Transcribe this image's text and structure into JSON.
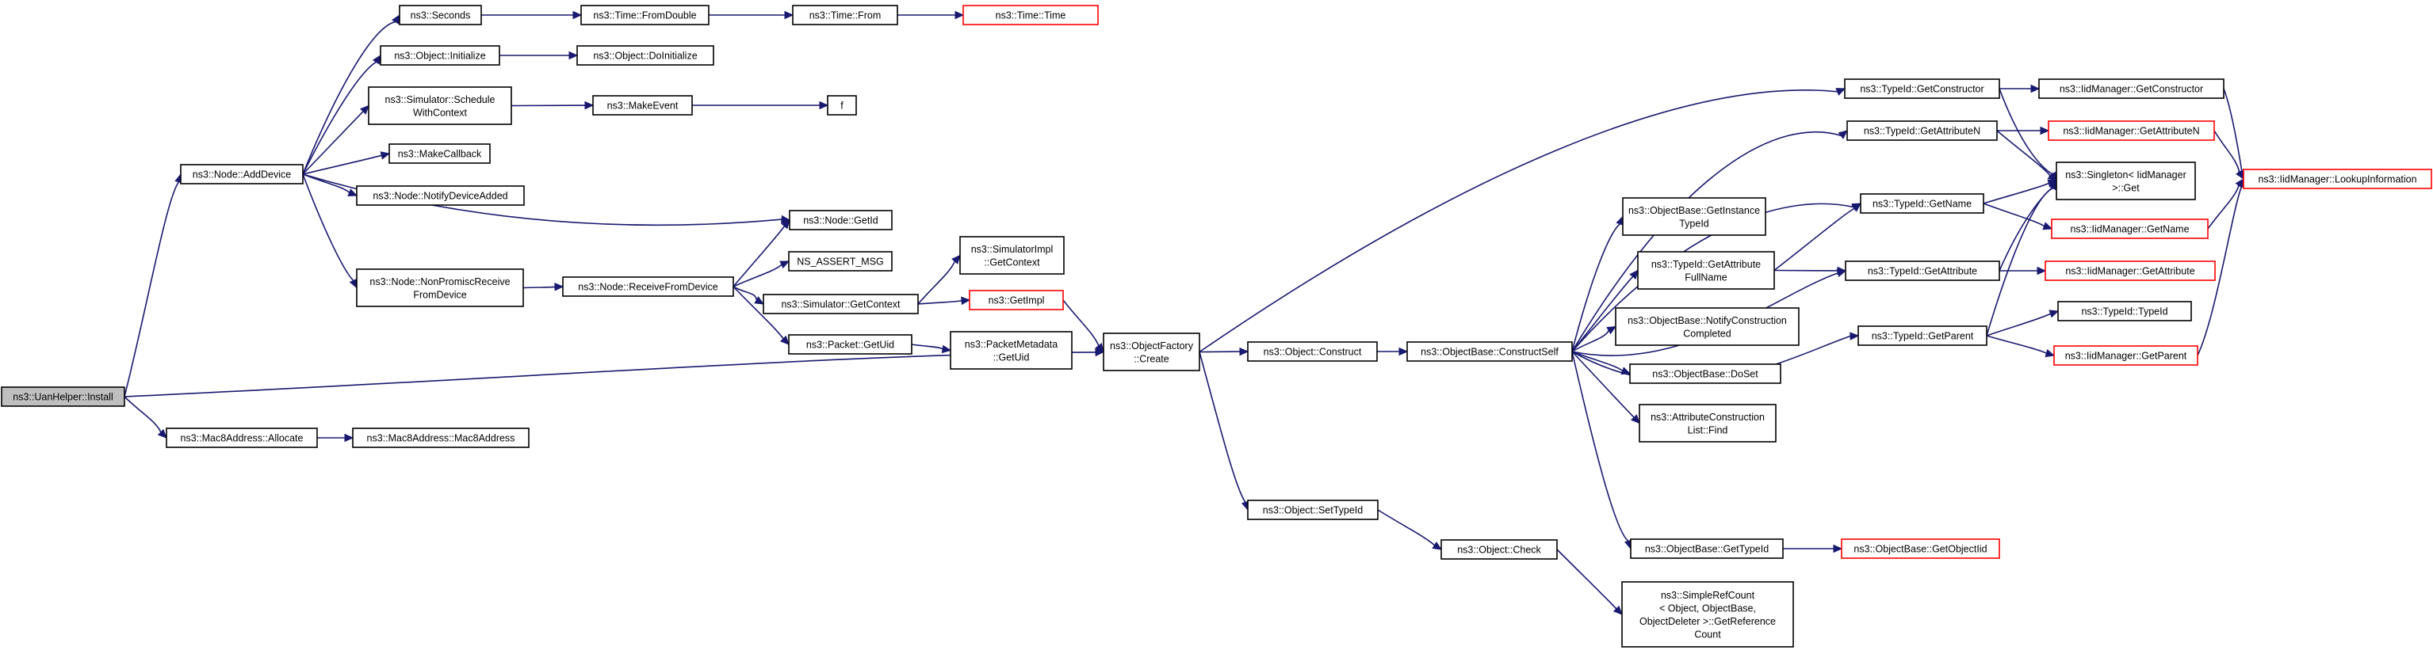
{
  "nodes": [
    {
      "id": "install",
      "lines": [
        "ns3::UanHelper::Install"
      ],
      "style": "root"
    },
    {
      "id": "adddevice",
      "lines": [
        "ns3::Node::AddDevice"
      ],
      "style": "normal"
    },
    {
      "id": "mac8alloc",
      "lines": [
        "ns3::Mac8Address::Allocate"
      ],
      "style": "normal"
    },
    {
      "id": "mac8ctor",
      "lines": [
        "ns3::Mac8Address::Mac8Address"
      ],
      "style": "normal"
    },
    {
      "id": "seconds",
      "lines": [
        "ns3::Seconds"
      ],
      "style": "normal"
    },
    {
      "id": "fromdouble",
      "lines": [
        "ns3::Time::FromDouble"
      ],
      "style": "normal"
    },
    {
      "id": "timefrom",
      "lines": [
        "ns3::Time::From"
      ],
      "style": "normal"
    },
    {
      "id": "timetime",
      "lines": [
        "ns3::Time::Time"
      ],
      "style": "red"
    },
    {
      "id": "objinit",
      "lines": [
        "ns3::Object::Initialize"
      ],
      "style": "normal"
    },
    {
      "id": "objdoinit",
      "lines": [
        "ns3::Object::DoInitialize"
      ],
      "style": "normal"
    },
    {
      "id": "schedctx",
      "lines": [
        "ns3::Simulator::Schedule",
        "WithContext"
      ],
      "style": "normal"
    },
    {
      "id": "makeevent",
      "lines": [
        "ns3::MakeEvent"
      ],
      "style": "normal"
    },
    {
      "id": "f",
      "lines": [
        "f"
      ],
      "style": "normal"
    },
    {
      "id": "makecb",
      "lines": [
        "ns3::MakeCallback"
      ],
      "style": "normal"
    },
    {
      "id": "notifyadded",
      "lines": [
        "ns3::Node::NotifyDeviceAdded"
      ],
      "style": "normal"
    },
    {
      "id": "nodegetid",
      "lines": [
        "ns3::Node::GetId"
      ],
      "style": "normal"
    },
    {
      "id": "nonpromisc",
      "lines": [
        "ns3::Node::NonPromiscReceive",
        "FromDevice"
      ],
      "style": "normal"
    },
    {
      "id": "recvfromdev",
      "lines": [
        "ns3::Node::ReceiveFromDevice"
      ],
      "style": "normal"
    },
    {
      "id": "nsassert",
      "lines": [
        "NS_ASSERT_MSG"
      ],
      "style": "normal"
    },
    {
      "id": "simgetctx",
      "lines": [
        "ns3::Simulator::GetContext"
      ],
      "style": "normal"
    },
    {
      "id": "simimplgetctx",
      "lines": [
        "ns3::SimulatorImpl",
        "::GetContext"
      ],
      "style": "normal"
    },
    {
      "id": "getimpl",
      "lines": [
        "ns3::GetImpl"
      ],
      "style": "red"
    },
    {
      "id": "packetgetuid",
      "lines": [
        "ns3::Packet::GetUid"
      ],
      "style": "normal"
    },
    {
      "id": "pktmetagetuid",
      "lines": [
        "ns3::PacketMetadata",
        "::GetUid"
      ],
      "style": "normal"
    },
    {
      "id": "objfactcreate",
      "lines": [
        "ns3::ObjectFactory",
        "::Create"
      ],
      "style": "normal"
    },
    {
      "id": "objconstruct",
      "lines": [
        "ns3::Object::Construct"
      ],
      "style": "normal"
    },
    {
      "id": "objsettypeid",
      "lines": [
        "ns3::Object::SetTypeId"
      ],
      "style": "normal"
    },
    {
      "id": "objcheck",
      "lines": [
        "ns3::Object::Check"
      ],
      "style": "normal"
    },
    {
      "id": "simplerefcount",
      "lines": [
        "ns3::SimpleRefCount",
        "< Object, ObjectBase,",
        "ObjectDeleter >::GetReference",
        "Count"
      ],
      "style": "normal"
    },
    {
      "id": "constructself",
      "lines": [
        "ns3::ObjectBase::ConstructSelf"
      ],
      "style": "normal"
    },
    {
      "id": "getinsttypeid",
      "lines": [
        "ns3::ObjectBase::GetInstance",
        "TypeId"
      ],
      "style": "normal"
    },
    {
      "id": "tidgetattrfull",
      "lines": [
        "ns3::TypeId::GetAttribute",
        "FullName"
      ],
      "style": "normal"
    },
    {
      "id": "notifyconstr",
      "lines": [
        "ns3::ObjectBase::NotifyConstruction",
        "Completed"
      ],
      "style": "normal"
    },
    {
      "id": "doset",
      "lines": [
        "ns3::ObjectBase::DoSet"
      ],
      "style": "normal"
    },
    {
      "id": "attrconstrfind",
      "lines": [
        "ns3::AttributeConstruction",
        "List::Find"
      ],
      "style": "normal"
    },
    {
      "id": "objbasegettypeid",
      "lines": [
        "ns3::ObjectBase::GetTypeId"
      ],
      "style": "normal"
    },
    {
      "id": "getobjectiid",
      "lines": [
        "ns3::ObjectBase::GetObjectIid"
      ],
      "style": "red"
    },
    {
      "id": "tidgetconstructor",
      "lines": [
        "ns3::TypeId::GetConstructor"
      ],
      "style": "normal"
    },
    {
      "id": "tidgetattrn",
      "lines": [
        "ns3::TypeId::GetAttributeN"
      ],
      "style": "normal"
    },
    {
      "id": "tidgetname",
      "lines": [
        "ns3::TypeId::GetName"
      ],
      "style": "normal"
    },
    {
      "id": "tidgetattr",
      "lines": [
        "ns3::TypeId::GetAttribute"
      ],
      "style": "normal"
    },
    {
      "id": "tidgetparent",
      "lines": [
        "ns3::TypeId::GetParent"
      ],
      "style": "normal"
    },
    {
      "id": "iidgetconstructor",
      "lines": [
        "ns3::IidManager::GetConstructor"
      ],
      "style": "normal"
    },
    {
      "id": "iidgetattrn",
      "lines": [
        "ns3::IidManager::GetAttributeN"
      ],
      "style": "red"
    },
    {
      "id": "singletonget",
      "lines": [
        "ns3::Singleton< IidManager",
        ">::Get"
      ],
      "style": "normal"
    },
    {
      "id": "iidgetname",
      "lines": [
        "ns3::IidManager::GetName"
      ],
      "style": "red"
    },
    {
      "id": "iidgetattr",
      "lines": [
        "ns3::IidManager::GetAttribute"
      ],
      "style": "red"
    },
    {
      "id": "tidtypeid",
      "lines": [
        "ns3::TypeId::TypeId"
      ],
      "style": "normal"
    },
    {
      "id": "iidgetparent",
      "lines": [
        "ns3::IidManager::GetParent"
      ],
      "style": "red"
    },
    {
      "id": "iidlookup",
      "lines": [
        "ns3::IidManager::LookupInformation"
      ],
      "style": "red"
    }
  ],
  "edges": [
    [
      "install",
      "adddevice"
    ],
    [
      "install",
      "objfactcreate"
    ],
    [
      "install",
      "mac8alloc"
    ],
    [
      "mac8alloc",
      "mac8ctor"
    ],
    [
      "adddevice",
      "seconds"
    ],
    [
      "adddevice",
      "objinit"
    ],
    [
      "adddevice",
      "schedctx"
    ],
    [
      "adddevice",
      "makecb"
    ],
    [
      "adddevice",
      "notifyadded"
    ],
    [
      "adddevice",
      "nodegetid"
    ],
    [
      "adddevice",
      "nonpromisc"
    ],
    [
      "seconds",
      "fromdouble"
    ],
    [
      "fromdouble",
      "timefrom"
    ],
    [
      "timefrom",
      "timetime"
    ],
    [
      "objinit",
      "objdoinit"
    ],
    [
      "schedctx",
      "makeevent"
    ],
    [
      "makeevent",
      "f"
    ],
    [
      "nonpromisc",
      "recvfromdev"
    ],
    [
      "recvfromdev",
      "nodegetid"
    ],
    [
      "recvfromdev",
      "nsassert"
    ],
    [
      "recvfromdev",
      "simgetctx"
    ],
    [
      "recvfromdev",
      "packetgetuid"
    ],
    [
      "simgetctx",
      "simimplgetctx"
    ],
    [
      "simgetctx",
      "getimpl"
    ],
    [
      "getimpl",
      "objfactcreate"
    ],
    [
      "packetgetuid",
      "pktmetagetuid"
    ],
    [
      "objfactcreate",
      "tidgetconstructor"
    ],
    [
      "objfactcreate",
      "objconstruct"
    ],
    [
      "objfactcreate",
      "objsettypeid"
    ],
    [
      "objconstruct",
      "constructself"
    ],
    [
      "objsettypeid",
      "objcheck"
    ],
    [
      "objcheck",
      "simplerefcount"
    ],
    [
      "constructself",
      "tidgetattrn"
    ],
    [
      "constructself",
      "tidgetname"
    ],
    [
      "constructself",
      "getinsttypeid"
    ],
    [
      "constructself",
      "tidgetattrfull"
    ],
    [
      "constructself",
      "notifyconstr"
    ],
    [
      "constructself",
      "doset"
    ],
    [
      "constructself",
      "attrconstrfind"
    ],
    [
      "constructself",
      "tidgetattr"
    ],
    [
      "constructself",
      "tidgetparent"
    ],
    [
      "constructself",
      "objbasegettypeid"
    ],
    [
      "tidgetattrfull",
      "tidgetname"
    ],
    [
      "tidgetattrfull",
      "tidgetattr"
    ],
    [
      "objbasegettypeid",
      "getobjectiid"
    ],
    [
      "tidgetconstructor",
      "iidgetconstructor"
    ],
    [
      "tidgetconstructor",
      "singletonget"
    ],
    [
      "tidgetattrn",
      "iidgetattrn"
    ],
    [
      "tidgetattrn",
      "singletonget"
    ],
    [
      "tidgetname",
      "singletonget"
    ],
    [
      "tidgetname",
      "iidgetname"
    ],
    [
      "tidgetattr",
      "singletonget"
    ],
    [
      "tidgetattr",
      "iidgetattr"
    ],
    [
      "tidgetparent",
      "singletonget"
    ],
    [
      "tidgetparent",
      "tidtypeid"
    ],
    [
      "tidgetparent",
      "iidgetparent"
    ],
    [
      "iidgetconstructor",
      "iidlookup"
    ],
    [
      "iidgetattrn",
      "iidlookup"
    ],
    [
      "iidgetname",
      "iidlookup"
    ],
    [
      "iidgetparent",
      "iidlookup"
    ]
  ]
}
